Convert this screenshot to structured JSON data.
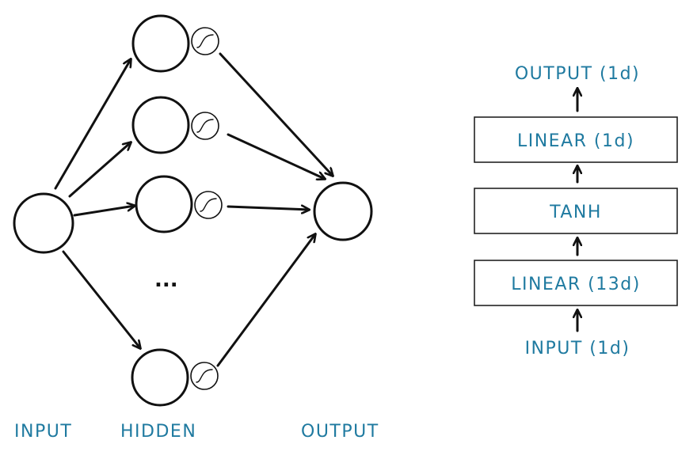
{
  "network": {
    "hidden_dots": "...",
    "labels": {
      "input": "INPUT",
      "hidden": "HIDDEN",
      "output": "OUTPUT"
    }
  },
  "stack": {
    "output_label": "OUTPUT (1d)",
    "layer_top": "LINEAR (1d)",
    "layer_mid": "TANH",
    "layer_bottom": "LINEAR (13d)",
    "input_label": "INPUT (1d)"
  },
  "colors": {
    "label": "#1f7aa0",
    "stroke": "#111111"
  }
}
